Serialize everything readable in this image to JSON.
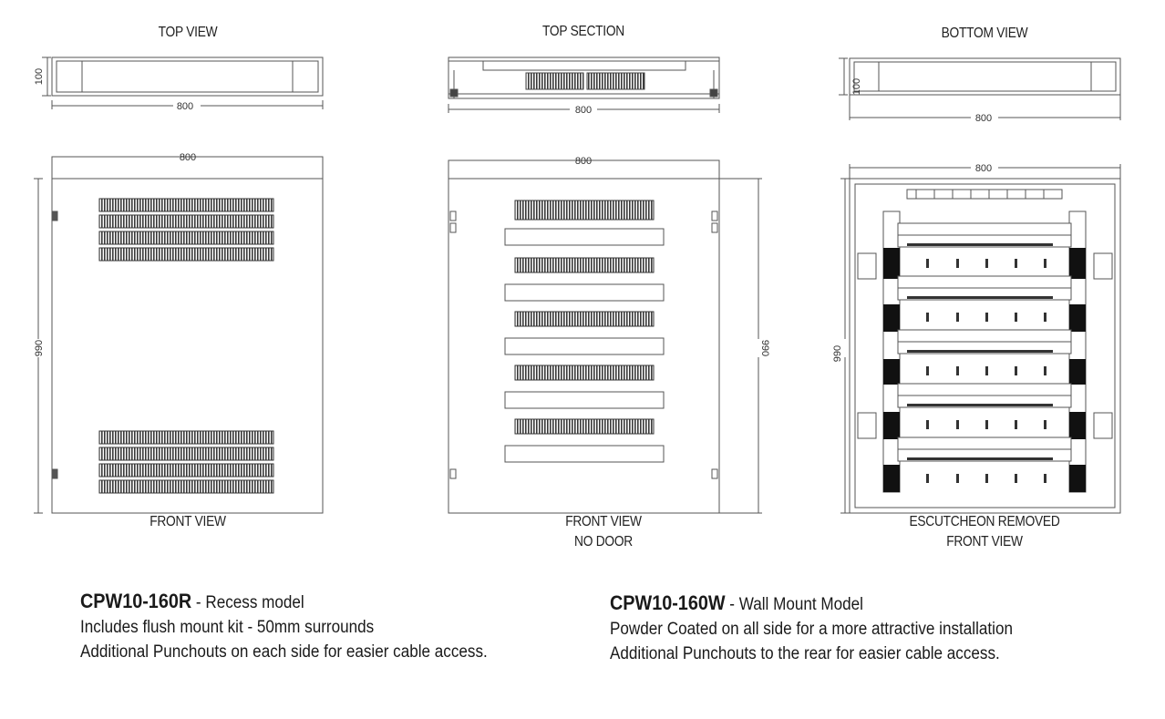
{
  "views": {
    "top_view": "TOP VIEW",
    "top_section": "TOP SECTION",
    "bottom_view": "BOTTOM VIEW",
    "front_view": "FRONT VIEW",
    "front_view_no_door_1": "FRONT VIEW",
    "front_view_no_door_2": "NO DOOR",
    "escutcheon_1": "ESCUTCHEON REMOVED",
    "escutcheon_2": "FRONT VIEW"
  },
  "dims": {
    "width": "800",
    "depth": "100",
    "height": "990"
  },
  "models": {
    "recess": {
      "code": "CPW10-160R",
      "title_rest": " - Recess model",
      "line1": "Includes flush mount kit - 50mm surrounds",
      "line2": "Additional Punchouts on each side for easier cable access."
    },
    "wall": {
      "code": "CPW10-160W",
      "title_rest": " - Wall Mount Model",
      "line1": "Powder Coated on all side for a more attractive installation",
      "line2": "Additional Punchouts to the rear for easier cable access."
    }
  }
}
